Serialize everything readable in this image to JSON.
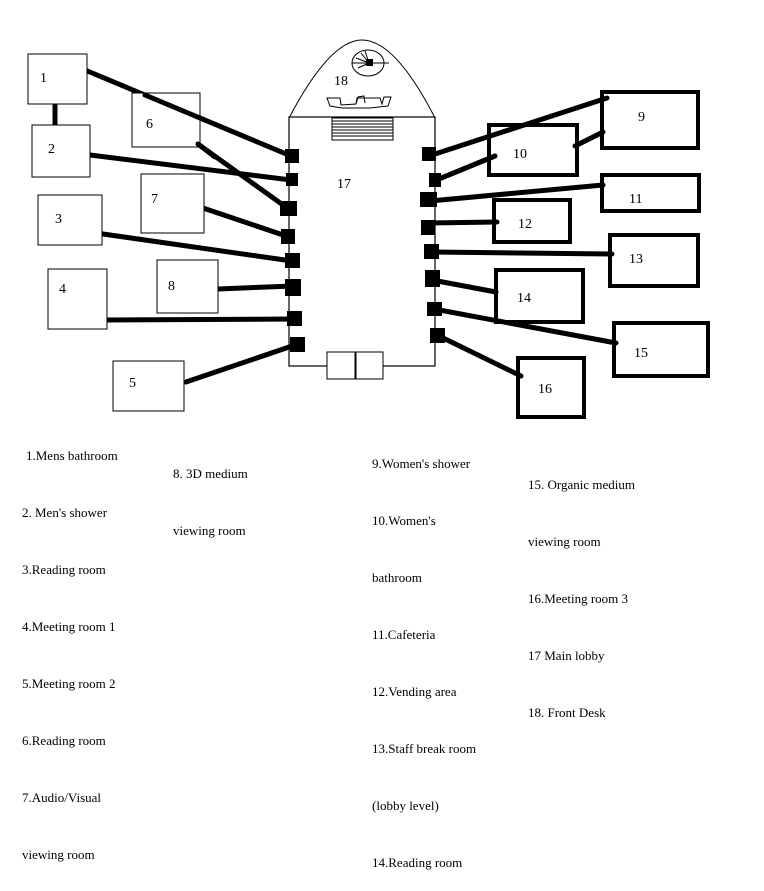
{
  "diagram": {
    "type": "floor-plan",
    "central_lobby": {
      "number": "17",
      "name": "Main lobby"
    },
    "front_desk": {
      "number": "18",
      "name": "Front Desk"
    },
    "rooms": [
      {
        "number": "1",
        "name": "Mens bathroom",
        "side": "left",
        "connects_to": "lobby"
      },
      {
        "number": "2",
        "name": "Men's shower",
        "side": "left",
        "connects_to": "lobby"
      },
      {
        "number": "3",
        "name": "Reading room",
        "side": "left",
        "connects_to": "lobby"
      },
      {
        "number": "4",
        "name": "Meeting room 1",
        "side": "left",
        "connects_to": "lobby"
      },
      {
        "number": "5",
        "name": "Meeting room 2",
        "side": "left",
        "connects_to": "lobby"
      },
      {
        "number": "6",
        "name": "Reading room",
        "side": "left",
        "connects_to": "lobby"
      },
      {
        "number": "7",
        "name": "Audio/Visual viewing room",
        "side": "left",
        "connects_to": "lobby"
      },
      {
        "number": "8",
        "name": "3D medium viewing room",
        "side": "left",
        "connects_to": "lobby"
      },
      {
        "number": "9",
        "name": "Women's shower",
        "side": "right",
        "connects_to": "lobby"
      },
      {
        "number": "10",
        "name": "Women's bathroom",
        "side": "right",
        "connects_to": "lobby"
      },
      {
        "number": "11",
        "name": "Cafeteria",
        "side": "right",
        "connects_to": "lobby"
      },
      {
        "number": "12",
        "name": "Vending area",
        "side": "right",
        "connects_to": "lobby"
      },
      {
        "number": "13",
        "name": "Staff break room (lobby level)",
        "side": "right",
        "connects_to": "lobby"
      },
      {
        "number": "14",
        "name": "Reading room",
        "side": "right",
        "connects_to": "lobby"
      },
      {
        "number": "15",
        "name": "Organic medium viewing room",
        "side": "right",
        "connects_to": "lobby"
      },
      {
        "number": "16",
        "name": "Meeting room 3",
        "side": "right",
        "connects_to": "lobby"
      }
    ],
    "extra_connections": [
      {
        "from": "1",
        "to": "2"
      },
      {
        "from": "9",
        "to": "10"
      }
    ]
  },
  "legend": {
    "col1": [
      "1.Mens bathroom",
      "2. Men's shower",
      "3.Reading room",
      "4.Meeting room 1",
      "5.Meeting room 2",
      "6.Reading room",
      "7.Audio/Visual",
      "viewing room"
    ],
    "col2": [
      "8. 3D medium",
      "viewing room"
    ],
    "col3": [
      "9.Women's shower",
      "10.Women's",
      "bathroom",
      "11.Cafeteria",
      "12.Vending area",
      "13.Staff break room",
      "(lobby level)",
      "14.Reading room"
    ],
    "col4": [
      "15. Organic medium",
      "viewing room",
      "16.Meeting room 3",
      "17 Main lobby",
      "18. Front Desk"
    ]
  },
  "labels": {
    "r1": "1",
    "r2": "2",
    "r3": "3",
    "r4": "4",
    "r5": "5",
    "r6": "6",
    "r7": "7",
    "r8": "8",
    "r9": "9",
    "r10": "10",
    "r11": "11",
    "r12": "12",
    "r13": "13",
    "r14": "14",
    "r15": "15",
    "r16": "16",
    "r17": "17",
    "r18": "18"
  }
}
